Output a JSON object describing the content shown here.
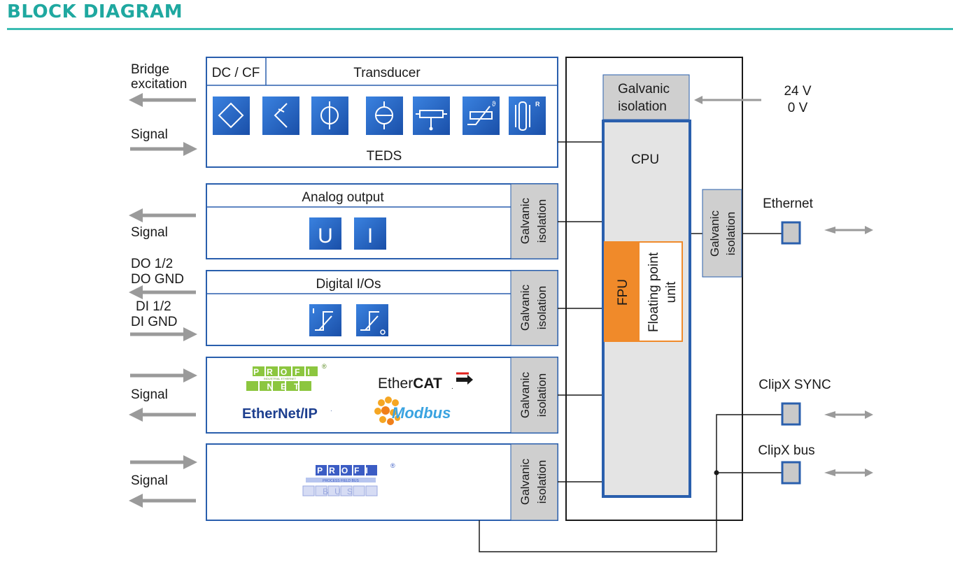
{
  "header": {
    "title": "BLOCK DIAGRAM"
  },
  "transducer": {
    "tab": "DC / CF",
    "title": "Transducer",
    "footer": "TEDS",
    "icons": [
      "full-bridge-icon",
      "half-bridge-icon",
      "current-source-icon",
      "voltage-source-icon",
      "potentiometer-icon",
      "thermistor-icon",
      "resistor-icon"
    ]
  },
  "analog_output": {
    "title": "Analog output",
    "icon_u": "U",
    "icon_i": "I"
  },
  "digital_io": {
    "title": "Digital I/Os"
  },
  "fieldbus": {
    "profinet": {
      "top": "PROFI",
      "bottom": "NET",
      "sub": "INDUSTRIAL ETHERNET",
      "reg": "®"
    },
    "ethercat": {
      "a": "Ether",
      "b": "CAT",
      "reg": "."
    },
    "ethernetip": {
      "a": "Ether",
      "b": "Net/IP",
      "reg": "·"
    },
    "modbus": "Modbus"
  },
  "profibus": {
    "top": "PROFI",
    "bottom": "BUS",
    "sub": "PROCESS FIELD BUS",
    "reg": "®"
  },
  "isolation": {
    "line1": "Galvanic",
    "line2": "isolation"
  },
  "cpu": {
    "label": "CPU",
    "fpu": "FPU",
    "fp_line1": "Floating point",
    "fp_line2": "unit"
  },
  "power": {
    "v24": "24 V",
    "v0": "0 V"
  },
  "left_labels": {
    "bridge1": "Bridge",
    "bridge2": "excitation",
    "signal": "Signal",
    "do1": "DO 1/2",
    "do2": "DO GND",
    "di1": "DI 1/2",
    "di2": "DI GND"
  },
  "ports": {
    "ethernet": "Ethernet",
    "sync": "ClipX SYNC",
    "bus": "ClipX bus"
  },
  "colors": {
    "accent": "#1fa8a0",
    "blue": "#2a5fad",
    "icon_blue": "#1d5fbf",
    "gray": "#cfcfcf",
    "orange": "#f08a2a",
    "arrow": "#9a9a9a"
  }
}
